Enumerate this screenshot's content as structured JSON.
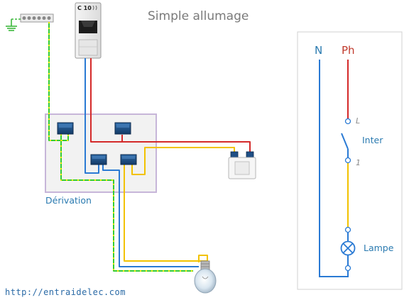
{
  "title": "Simple allumage",
  "breaker": {
    "rating": "C 10"
  },
  "junction_box": {
    "label": "Dérivation"
  },
  "schematic": {
    "neutral_label": "N",
    "phase_label": "Ph",
    "switch_label": "Inter",
    "switch_terminal_top": "L",
    "switch_terminal_bottom": "1",
    "lamp_label": "Lampe"
  },
  "footer": {
    "url": "http://entraidelec.com"
  },
  "colors": {
    "phase": "#d42a2a",
    "neutral": "#2a7ad4",
    "earth": "#33cc33",
    "earth_dash": "#e8e800",
    "switched": "#f2c200",
    "box_border": "#c8b8d8",
    "terminal": "#1f4f85"
  }
}
